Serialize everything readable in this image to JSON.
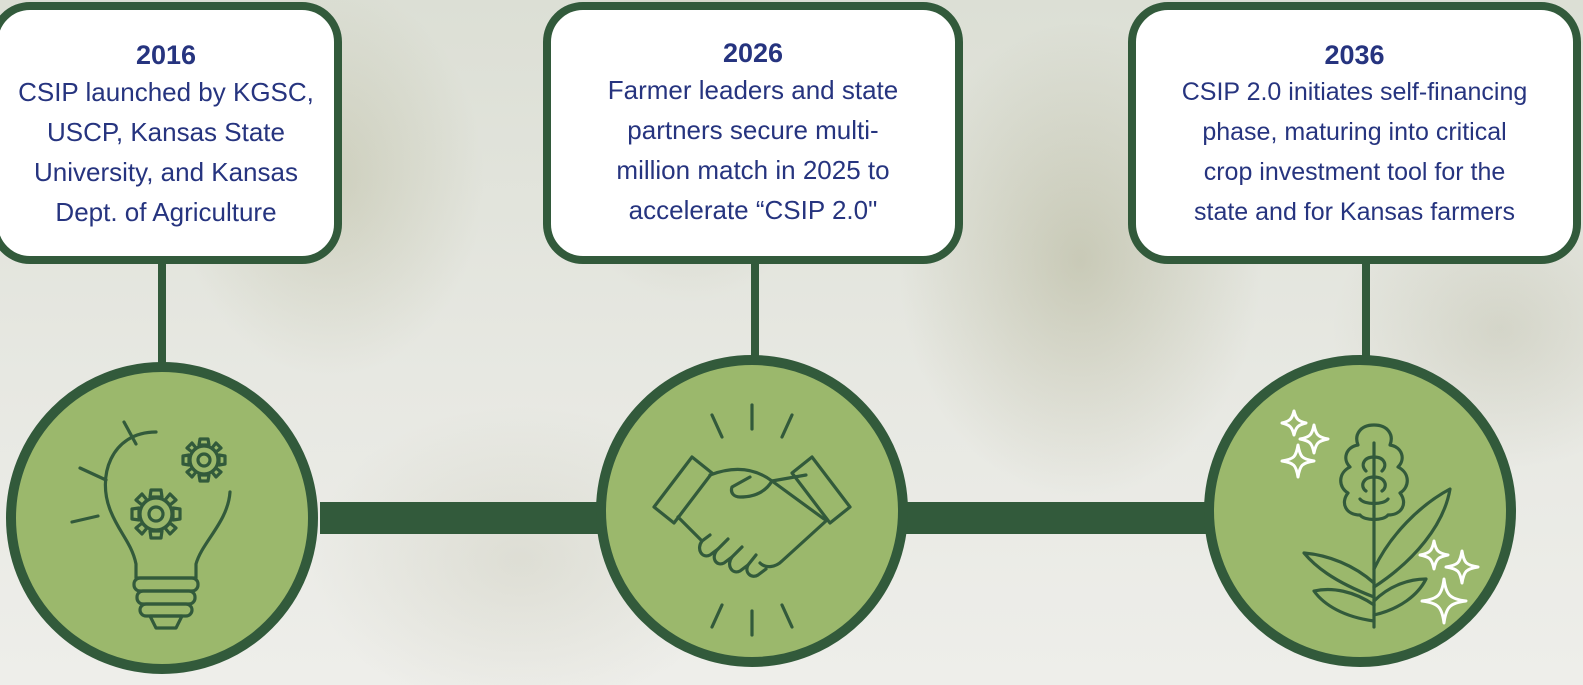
{
  "milestones": [
    {
      "year": "2016",
      "lines": [
        "CSIP launched by KGSC,",
        "USCP, Kansas State",
        "University, and Kansas",
        "Dept. of Agriculture"
      ],
      "icon": "lightbulb-gears-icon"
    },
    {
      "year": "2026",
      "lines": [
        "Farmer leaders and state",
        "partners secure multi-",
        "million match in 2025 to",
        "accelerate “CSIP 2.0\""
      ],
      "icon": "handshake-icon"
    },
    {
      "year": "2036",
      "lines": [
        "CSIP 2.0 initiates self-financing",
        "phase, maturing into critical",
        "crop investment tool for the",
        "state and for Kansas farmers"
      ],
      "icon": "sorghum-plant-sparkles-icon"
    }
  ],
  "colors": {
    "dark_green": "#325a3b",
    "circle_green": "#9bb86c",
    "text_navy": "#26347f",
    "card_fill": "#ffffff",
    "icon_white": "#ffffff"
  }
}
